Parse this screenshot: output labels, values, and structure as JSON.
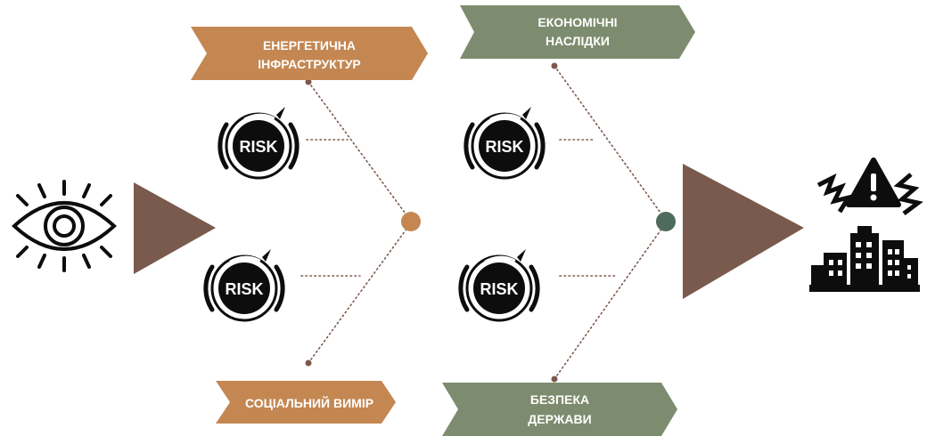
{
  "diagram": {
    "branches": {
      "energy": {
        "line1": "ЕНЕРГЕТИЧНА",
        "line2": "ІНФРАСТРУКТУР",
        "color": "#c48752"
      },
      "social": {
        "line1": "СОЦІАЛЬНИЙ ВИМІР",
        "color": "#c48752"
      },
      "economic": {
        "line1": "ЕКОНОМІЧНІ",
        "line2": "НАСЛІДКИ",
        "color": "#7d8c6e"
      },
      "security": {
        "line1": "БЕЗПЕКА",
        "line2": "ДЕРЖАВИ",
        "color": "#7d8c6e"
      }
    },
    "risk_badges": [
      "RISK",
      "RISK",
      "RISK",
      "RISK"
    ],
    "icons": {
      "start": "eye-icon",
      "end_warning": "warning-triangle-icon",
      "end_city": "city-buildings-icon"
    },
    "colors": {
      "arrow": "#7a5a4c",
      "node_left": "#c48752",
      "node_right": "#4f6a5e",
      "connector": "#7a5a4c",
      "ink": "#0d0d0d"
    }
  }
}
